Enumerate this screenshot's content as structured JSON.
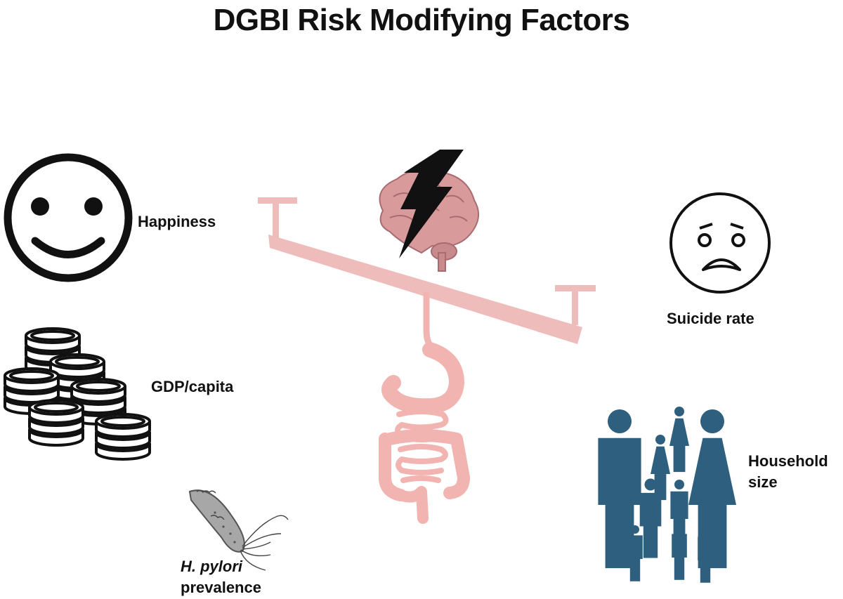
{
  "title": "DGBI Risk Modifying Factors",
  "factors": {
    "happiness": {
      "label": "Happiness",
      "icon": "smiley-face-icon"
    },
    "gdp": {
      "label": "GDP/capita",
      "icon": "coin-stacks-icon"
    },
    "h_pylori": {
      "label_italic": "H. pylori",
      "label_rest": "prevalence",
      "icon": "bacterium-icon"
    },
    "suicide": {
      "label": "Suicide rate",
      "icon": "sad-face-icon"
    },
    "household": {
      "label_line1": "Household",
      "label_line2": "size",
      "icon": "family-icon"
    }
  },
  "center": {
    "brain_icon": "brain-icon",
    "lightning_icon": "lightning-bolt-icon",
    "seesaw": "seesaw-icon",
    "gut_icon": "intestine-icon"
  },
  "colors": {
    "seesaw": "#efbcbc",
    "gut": "#f2b4b0",
    "brain": "#d99a9c",
    "family": "#2f5f7e",
    "ink": "#111111"
  }
}
